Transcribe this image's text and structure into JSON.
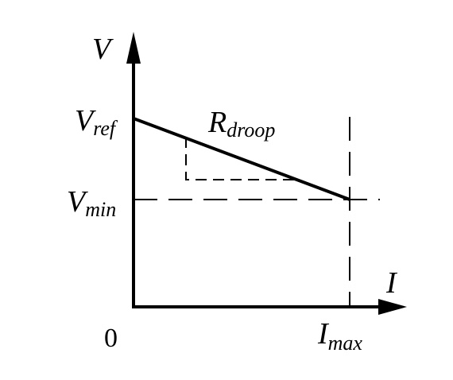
{
  "colors": {
    "ink": "#000000",
    "background": "#ffffff"
  },
  "labels": {
    "y_axis": "V",
    "x_axis": "I",
    "origin": "0",
    "v_ref_main": "V",
    "v_ref_sub": "ref",
    "v_min_main": "V",
    "v_min_sub": "min",
    "i_max_main": "I",
    "i_max_sub": "max",
    "r_droop_main": "R",
    "r_droop_sub": "droop"
  }
}
